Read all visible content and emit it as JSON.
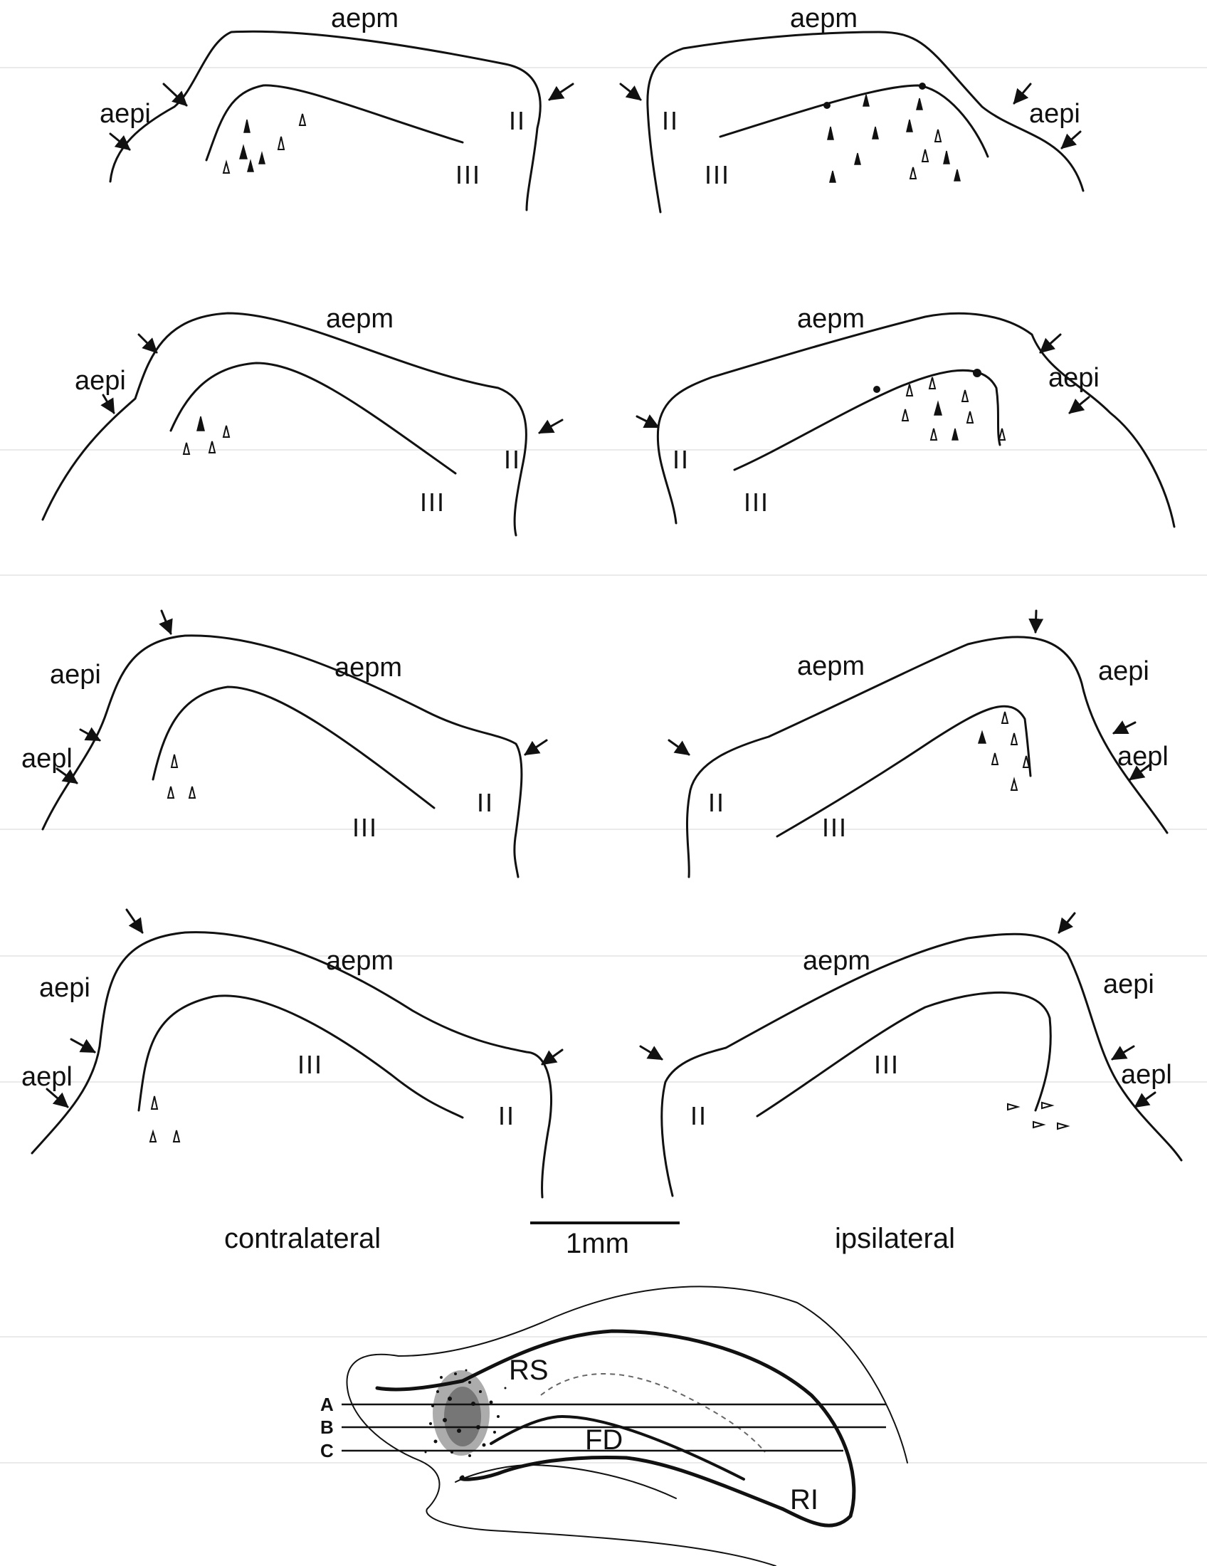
{
  "labels": {
    "aepm": "aepm",
    "aepi": "aepi",
    "aepl": "aepl",
    "layer2": "II",
    "layer3": "III"
  },
  "captions": {
    "left": "contralateral",
    "right": "ipsilateral",
    "scale": "1mm"
  },
  "hippocampus": {
    "rs": "RS",
    "fd": "FD",
    "ri": "RI",
    "levels": [
      "A",
      "B",
      "C"
    ]
  }
}
